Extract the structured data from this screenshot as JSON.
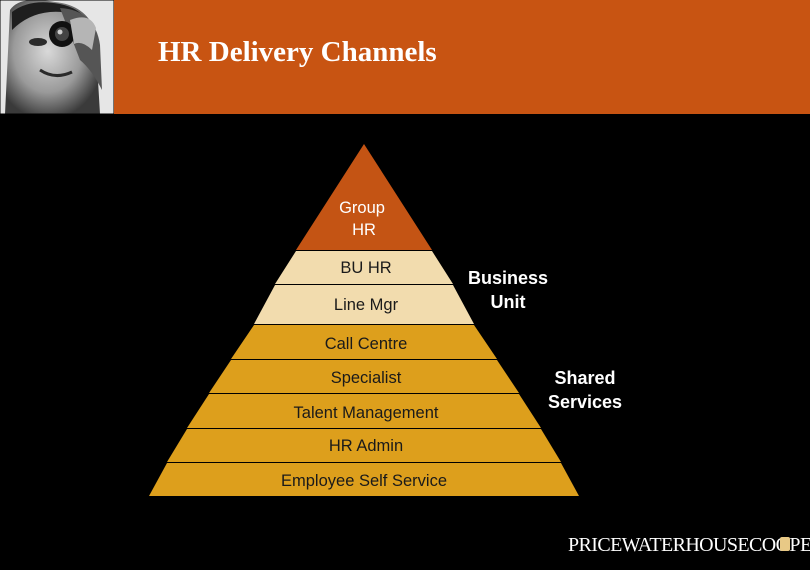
{
  "slide": {
    "title": "HR Delivery Channels"
  },
  "pyramid": {
    "top": {
      "line1": "Group",
      "line2": "HR"
    },
    "business_unit_layers": [
      "BU HR",
      "Line Mgr"
    ],
    "shared_services_layers": [
      "Call Centre",
      "Specialist",
      "Talent Management",
      "HR Admin",
      "Employee Self Service"
    ]
  },
  "side_labels": {
    "business_unit": {
      "line1": "Business",
      "line2": "Unit"
    },
    "shared_services": {
      "line1": "Shared",
      "line2": "Services"
    }
  },
  "logo": {
    "text": "PRICEWATERHOUSECOOPERS"
  },
  "colors": {
    "background": "#000000",
    "header": "#c85412",
    "group_hr_band": "#c45414",
    "business_unit_band": "#f2dcae",
    "shared_services_band": "#dd9f1c"
  },
  "icons": {
    "photo": "man-with-camera-lens-photo",
    "logo_mark": "logo-square-icon"
  }
}
